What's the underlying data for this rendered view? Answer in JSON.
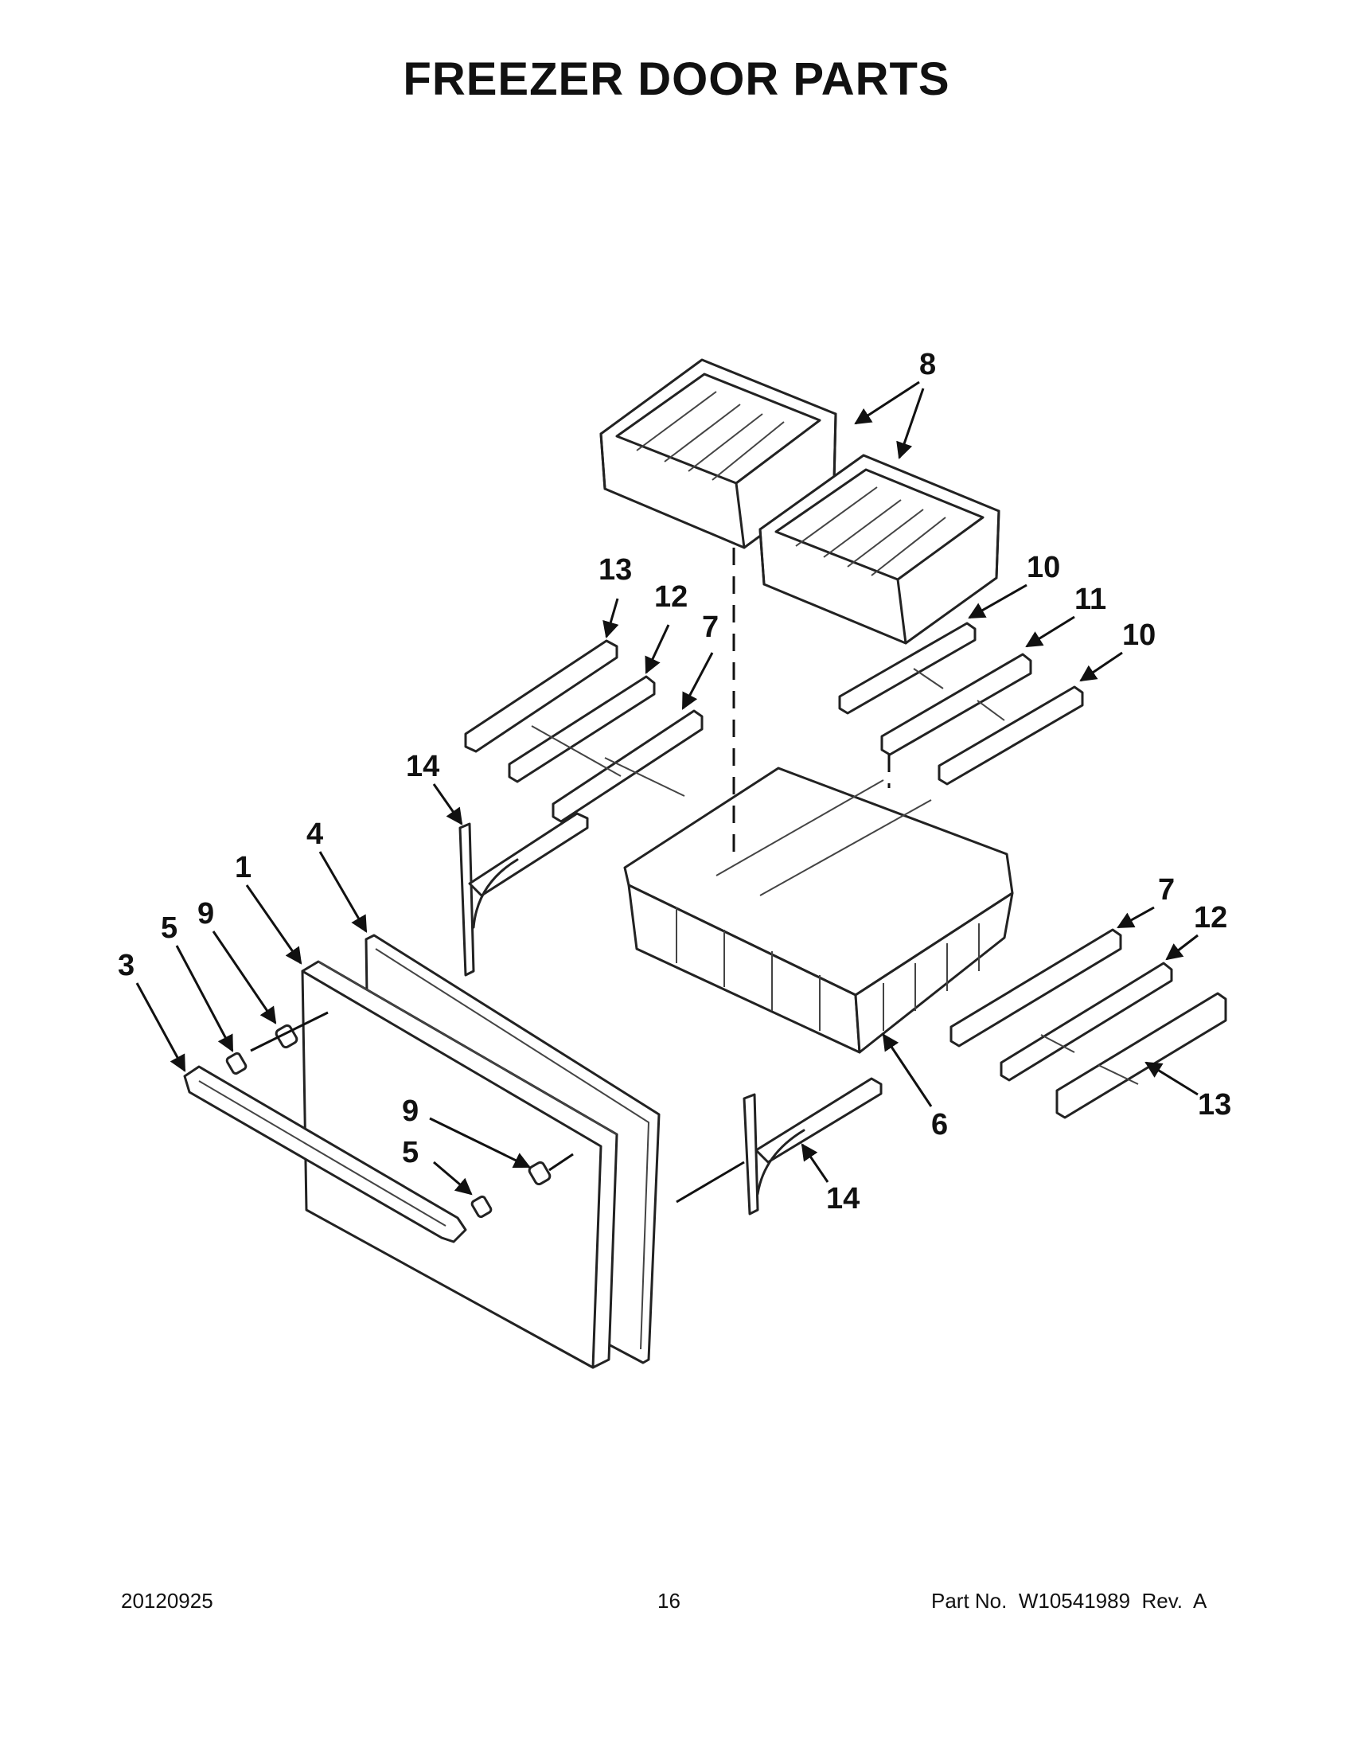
{
  "page": {
    "title": "FREEZER DOOR PARTS"
  },
  "callouts": {
    "c8": "8",
    "c13a": "13",
    "c12a": "12",
    "c7a": "7",
    "c10a": "10",
    "c11": "11",
    "c10b": "10",
    "c14a": "14",
    "c4": "4",
    "c1": "1",
    "c9a": "9",
    "c5a": "5",
    "c3": "3",
    "c7b": "7",
    "c12b": "12",
    "c13b": "13",
    "c6": "6",
    "c9b": "9",
    "c5b": "5",
    "c14b": "14"
  },
  "footer": {
    "date": "20120925",
    "page_number": "16",
    "part_no": "Part No.  W10541989  Rev.  A"
  }
}
